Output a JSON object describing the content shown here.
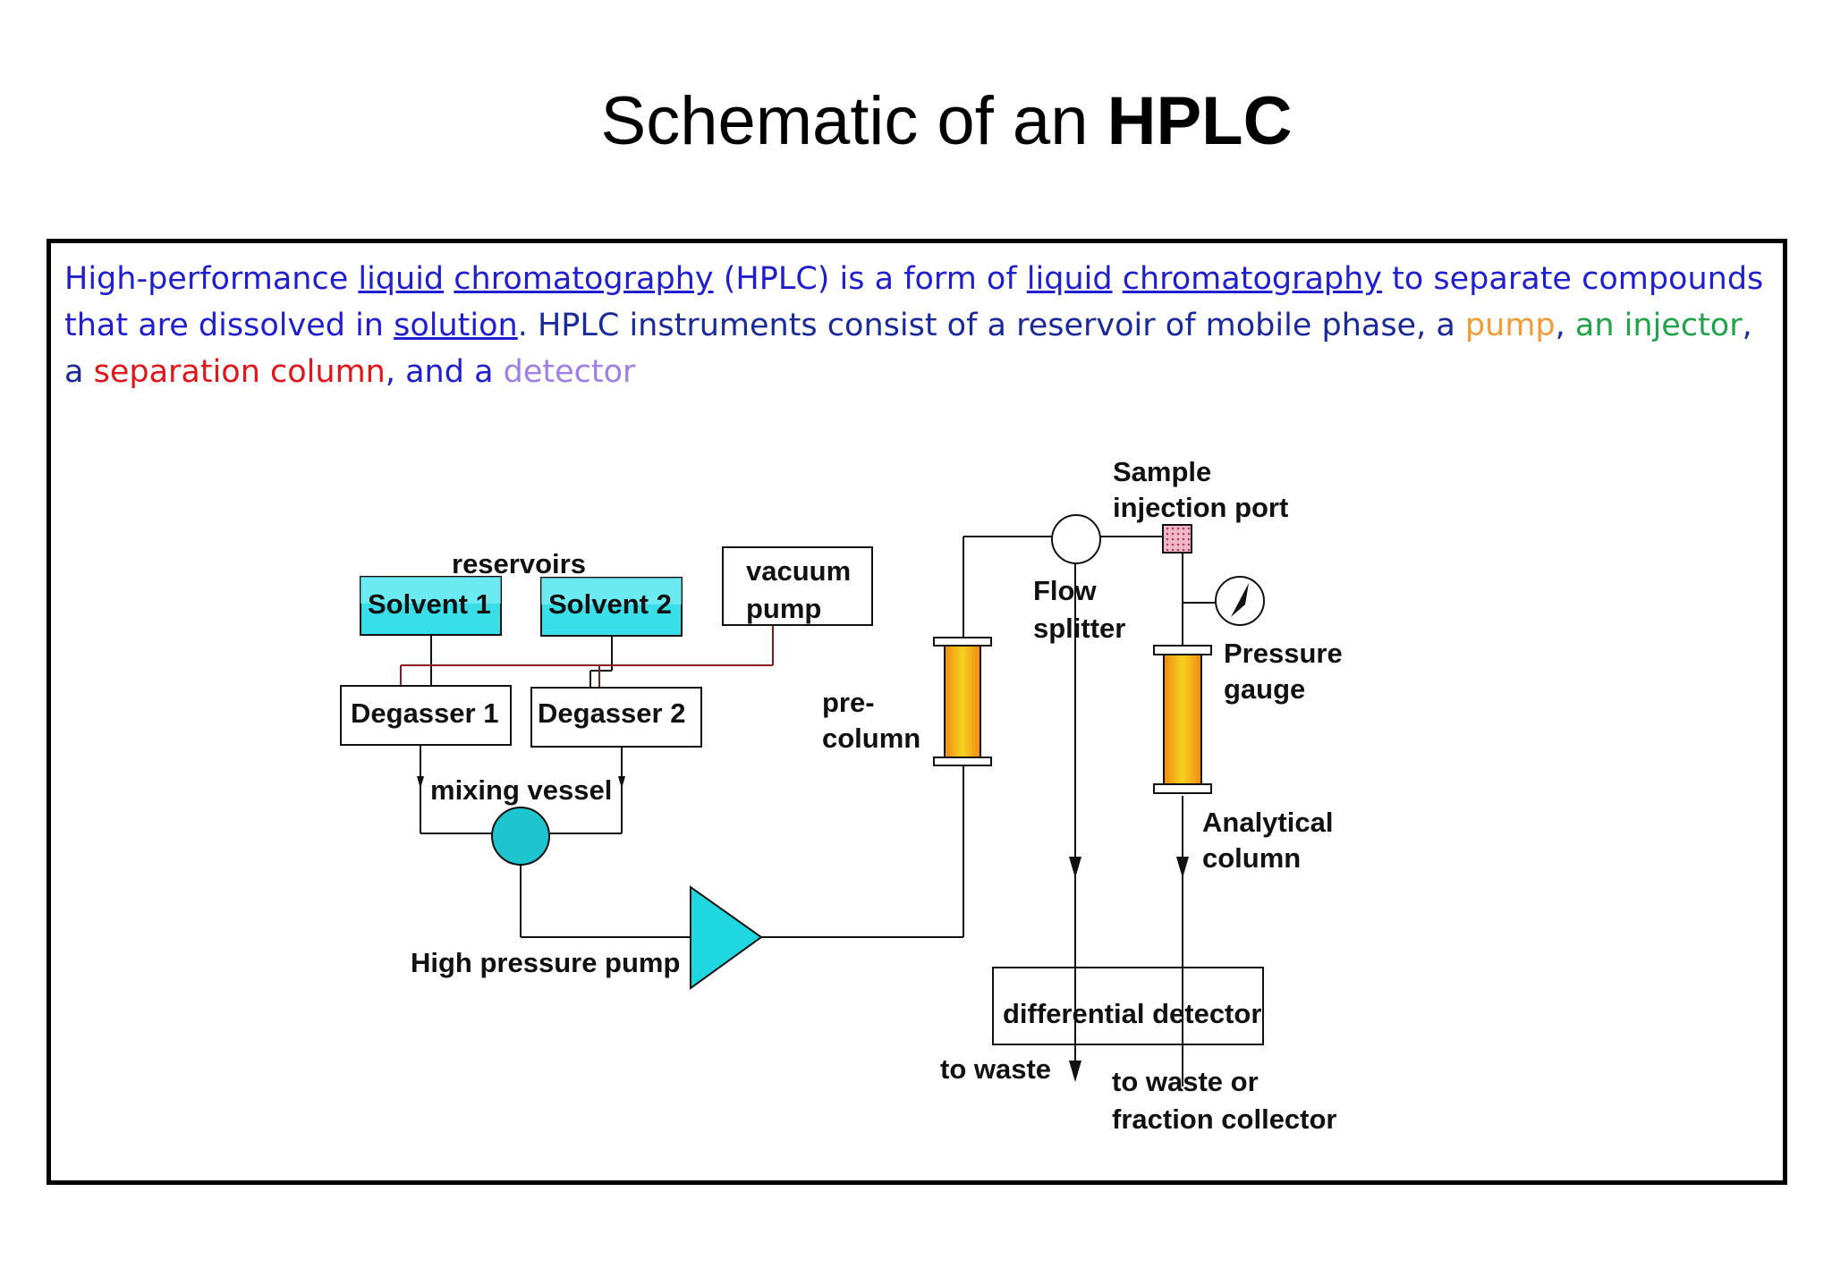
{
  "title": {
    "normal": "Schematic of an ",
    "bold": "HPLC"
  },
  "description": {
    "p1": " High-performance ",
    "link1": "liquid",
    "p2": " ",
    "link2": "chromatography",
    "p3": " (HPLC) is a form of ",
    "link3": "liquid",
    "p4": " ",
    "link4": "chromatography",
    "p5": " to separate compounds that are dissolved in ",
    "link5": "solution",
    "p6": ". HPLC instruments consist of a reservoir of mobile phase, a ",
    "pump": "pump",
    "p7": ", ",
    "injector": "an injector",
    "p8": ", a ",
    "column": "separation column",
    "p9": ", and a ",
    "detector": "detector"
  },
  "colors": {
    "text_blue": "#1f1fcf",
    "pump": "#f39b34",
    "injector": "#21a34b",
    "column": "#e0161b",
    "detector": "#a07fe8",
    "solvent_fill": "#38dfe8",
    "column_fill": "#f5c21a",
    "vacuum_line": "#8b1a1a"
  },
  "diagram": {
    "reservoirs": "reservoirs",
    "solvent1": "Solvent 1",
    "solvent2": "Solvent 2",
    "vacuum_pump_line1": "vacuum",
    "vacuum_pump_line2": "pump",
    "degasser1": "Degasser 1",
    "degasser2": "Degasser 2",
    "mixing_vessel": "mixing vessel",
    "high_pressure_pump": "High pressure pump",
    "pre_column_line1": "pre-",
    "pre_column_line2": "column",
    "sample_port_line1": "Sample",
    "sample_port_line2": "injection port",
    "flow_splitter_line1": "Flow",
    "flow_splitter_line2": "splitter",
    "pressure_gauge_line1": "Pressure",
    "pressure_gauge_line2": "gauge",
    "analytical_column_line1": "Analytical",
    "analytical_column_line2": "column",
    "differential_detector": "differential detector",
    "to_waste": "to waste",
    "to_waste_fraction_line1": "to waste or",
    "to_waste_fraction_line2": "fraction collector"
  }
}
